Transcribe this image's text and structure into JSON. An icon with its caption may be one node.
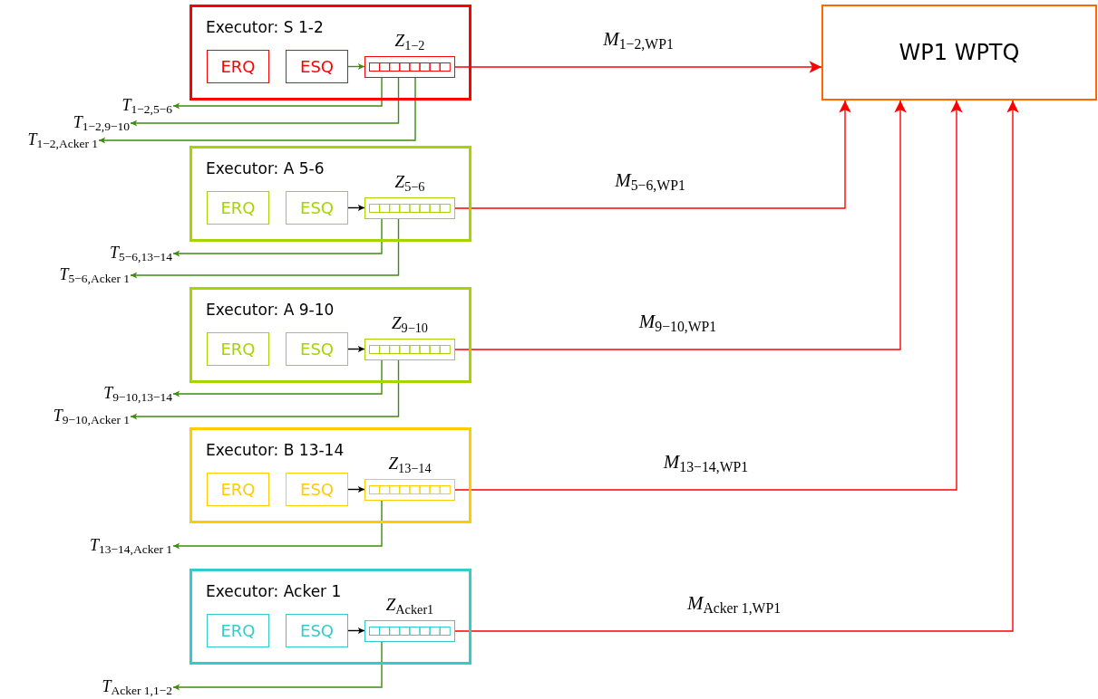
{
  "diagram": {
    "nodes": [
      {
        "text": [
          "Executor: S 1-2"
        ]
      },
      {
        "text": [
          "ERQ"
        ],
        "in": 0
      },
      {
        "text": [
          "ESQ"
        ],
        "in": 0
      },
      {
        "text": [
          "*Z*$_{1−2}$"
        ],
        "in": 0
      },
      {
        "text": [
          "*T*$_{1−2,5−6}$"
        ]
      },
      {
        "text": [
          "*T*$_{1−2,9−10}$"
        ]
      },
      {
        "text": [
          "*T*$_{1−2,Acker 1}$"
        ]
      },
      {
        "text": [
          "Executor: A 5-6"
        ]
      },
      {
        "text": [
          "ERQ"
        ],
        "in": 7
      },
      {
        "text": [
          "ESQ"
        ],
        "in": 7
      },
      {
        "text": [
          "*Z*$_{5−6}$"
        ],
        "in": 7
      },
      {
        "text": [
          "*T*$_{5−6,13−14}$"
        ]
      },
      {
        "text": [
          "*T*$_{5−6,Acker 1}$"
        ]
      },
      {
        "text": [
          "Executor: A 9-10"
        ]
      },
      {
        "text": [
          "ERQ"
        ],
        "in": 13
      },
      {
        "text": [
          "ESQ"
        ],
        "in": 13
      },
      {
        "text": [
          "*Z*$_{9−10}$"
        ],
        "in": 13
      },
      {
        "text": [
          "*T*$_{9−10,13−14}$"
        ]
      },
      {
        "text": [
          "*T*$_{9−10,Acker 1}$"
        ]
      },
      {
        "text": [
          "Executor: B 13-14"
        ]
      },
      {
        "text": [
          "ERQ"
        ],
        "in": 19
      },
      {
        "text": [
          "ESQ"
        ],
        "in": 19
      },
      {
        "text": [
          "*Z*$_{13−14}$"
        ],
        "in": 19
      },
      {
        "text": [
          "*T*$_{13−14,Acker 1}$"
        ]
      },
      {
        "text": [
          "Executor: Acker 1"
        ]
      },
      {
        "text": [
          "ERQ"
        ],
        "in": 24
      },
      {
        "text": [
          "ESQ"
        ],
        "in": 24
      },
      {
        "text": [
          "*Z*$_{Acker1}$"
        ],
        "in": 24
      },
      {
        "text": [
          "*T*$_{Acker 1,1−2}$"
        ]
      },
      {
        "text": [
          "WP1 WPTQ"
        ]
      }
    ],
    "edges": [
      {
        "from": 2,
        "to": 3,
        "arrow": "to"
      },
      {
        "from": 3,
        "to": 4,
        "arrow": "to"
      },
      {
        "from": 3,
        "to": 5,
        "arrow": "to"
      },
      {
        "from": 3,
        "to": 6,
        "arrow": "to"
      },
      {
        "from": 3,
        "to": 29,
        "arrow": "to",
        "label": "*M*$_{1−2,WP1}$",
        "color": "#ff0000"
      },
      {
        "from": 9,
        "to": 10,
        "arrow": "to",
        "color": "#000000"
      },
      {
        "from": 10,
        "to": 11,
        "arrow": "to"
      },
      {
        "from": 10,
        "to": 12,
        "arrow": "to"
      },
      {
        "from": 10,
        "to": 29,
        "arrow": "to",
        "label": "*M*$_{5−6,WP1}$",
        "color": "#ff0000"
      },
      {
        "from": 15,
        "to": 16,
        "arrow": "to",
        "color": "#000000"
      },
      {
        "from": 16,
        "to": 17,
        "arrow": "to"
      },
      {
        "from": 16,
        "to": 18,
        "arrow": "to"
      },
      {
        "from": 16,
        "to": 29,
        "arrow": "to",
        "label": "*M*$_{9−10,WP1}$",
        "color": "#ff0000"
      },
      {
        "from": 21,
        "to": 22,
        "arrow": "to",
        "color": "#000000"
      },
      {
        "from": 22,
        "to": 23,
        "arrow": "to"
      },
      {
        "from": 22,
        "to": 29,
        "arrow": "to",
        "label": "*M*$_{13−14,WP1}$",
        "color": "#ff0000"
      },
      {
        "from": 26,
        "to": 27,
        "arrow": "to",
        "color": "#000000"
      },
      {
        "from": 27,
        "to": 28,
        "arrow": "to"
      },
      {
        "from": 27,
        "to": 29,
        "arrow": "to",
        "label": "*M*$_{Acker 1,WP1}$",
        "color": "#ff0000"
      }
    ]
  }
}
